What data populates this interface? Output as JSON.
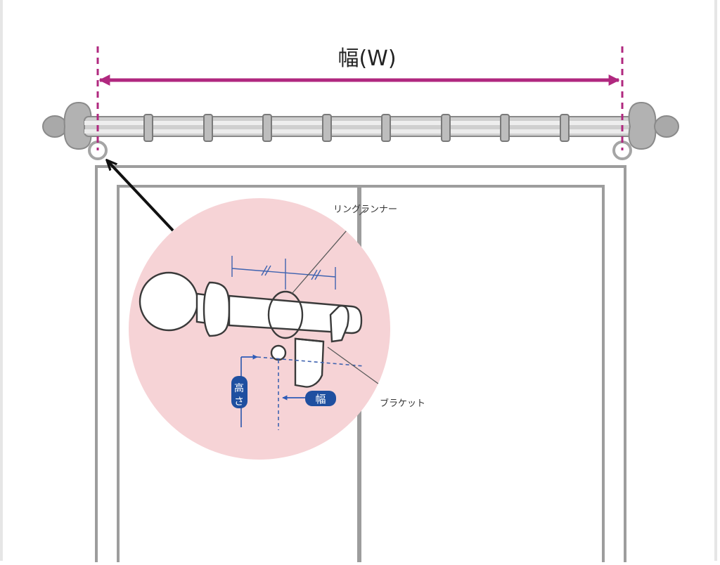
{
  "diagram": {
    "width_label": "幅(W)",
    "ring_runner_label": "リングランナー",
    "bracket_label": "ブラケット",
    "height_tag": "高さ",
    "width_tag": "幅"
  },
  "colors": {
    "measure_magenta": "#b0287f",
    "rod_gray": "#a8a8a8",
    "frame_gray": "#9d9d9d",
    "zoom_circle_pink": "#f6d3d6",
    "blue_tag": "#1f4fa0",
    "dim_blue": "#3f63b0"
  }
}
